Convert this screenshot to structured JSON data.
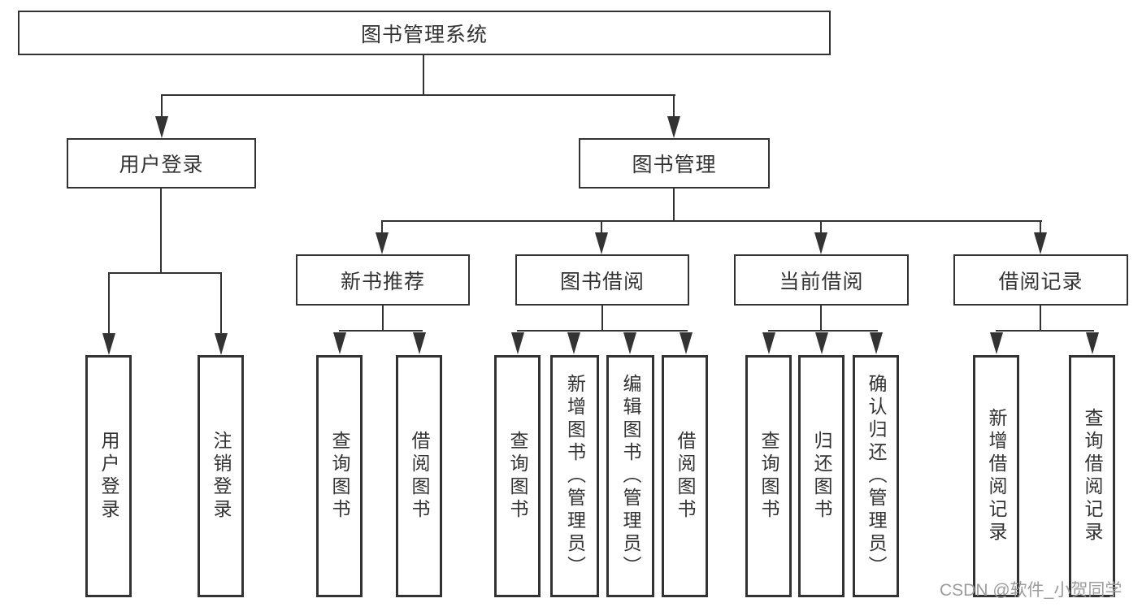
{
  "diagram": {
    "root": {
      "label": "图书管理系统"
    },
    "branches": [
      {
        "label": "用户登录",
        "children": [
          {
            "label": "用户登录"
          },
          {
            "label": "注销登录"
          }
        ]
      },
      {
        "label": "图书管理",
        "children": [
          {
            "label": "新书推荐",
            "children": [
              {
                "label": "查询图书"
              },
              {
                "label": "借阅图书"
              }
            ]
          },
          {
            "label": "图书借阅",
            "children": [
              {
                "label": "查询图书"
              },
              {
                "label": "新增图书（管理员）"
              },
              {
                "label": "编辑图书（管理员）"
              },
              {
                "label": "借阅图书"
              }
            ]
          },
          {
            "label": "当前借阅",
            "children": [
              {
                "label": "查询图书"
              },
              {
                "label": "归还图书"
              },
              {
                "label": "确认归还（管理员）"
              }
            ]
          },
          {
            "label": "借阅记录",
            "children": [
              {
                "label": "新增借阅记录"
              },
              {
                "label": "查询借阅记录"
              }
            ]
          }
        ]
      }
    ]
  },
  "watermark": {
    "text": "CSDN @软件_小贺同学"
  },
  "colors": {
    "line": "#333333",
    "text": "#333333",
    "box_fill": "#ffffff",
    "background": "#ffffff",
    "watermark": "#9c9c9c"
  }
}
